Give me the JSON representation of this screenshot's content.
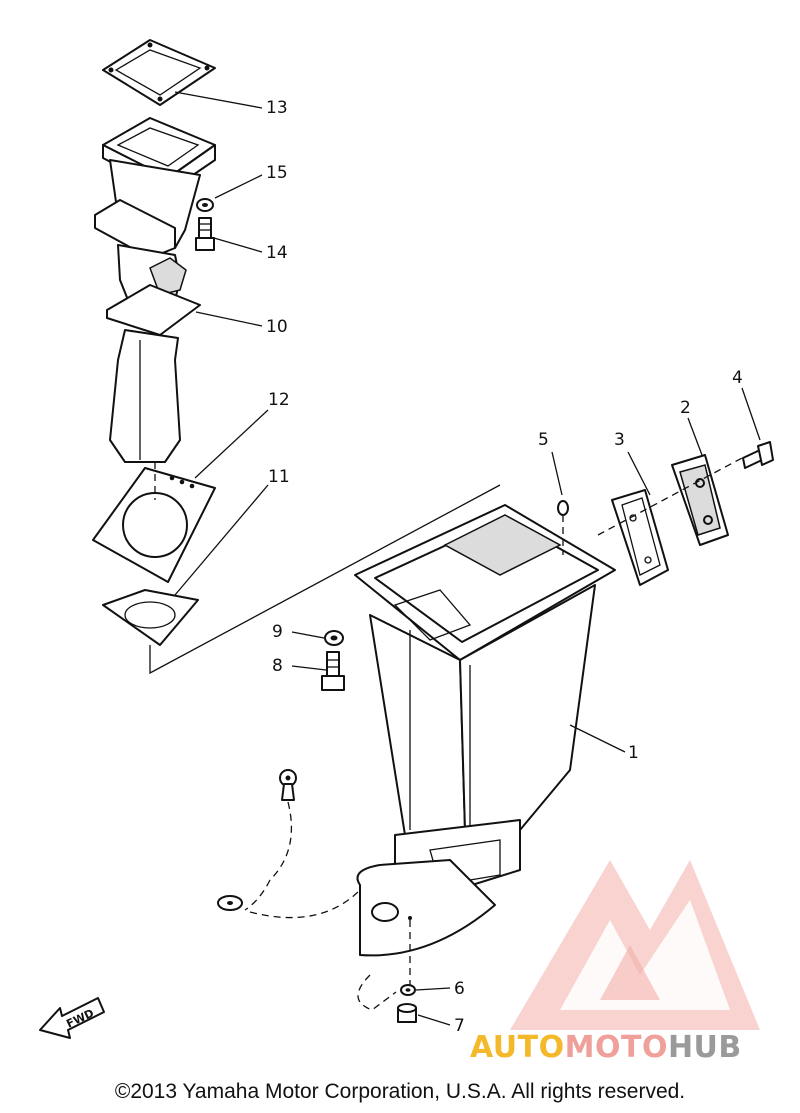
{
  "diagram": {
    "parts": [
      "1",
      "2",
      "3",
      "4",
      "5",
      "6",
      "7",
      "8",
      "9",
      "10",
      "11",
      "12",
      "13",
      "14",
      "15"
    ],
    "direction_label": "FWD"
  },
  "watermark": {
    "brand_part1": "AUTO",
    "brand_part2": "MOTO",
    "brand_part3": "HUB",
    "color_primary": "#f4b92b",
    "color_secondary": "#f0a09a",
    "color_tertiary": "#9a9a9a"
  },
  "footer": {
    "copyright": "©2013 Yamaha Motor Corporation, U.S.A. All rights reserved."
  }
}
